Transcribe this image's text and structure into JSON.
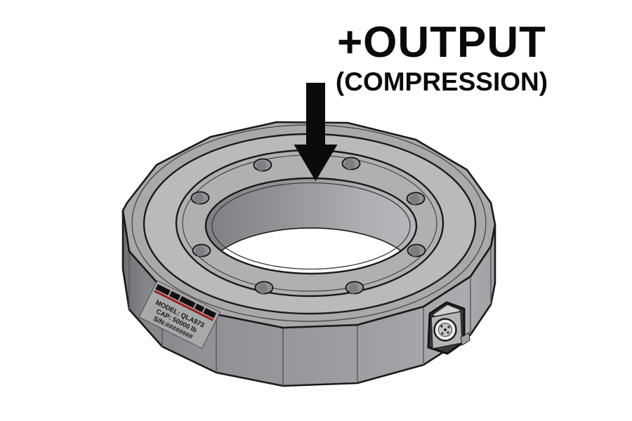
{
  "annotation": {
    "primary": "+OUTPUT",
    "secondary": "(COMPRESSION)"
  },
  "device_label": {
    "model": "MODEL: QLA973",
    "capacity": "CAP: 50000 lb",
    "serial": "S/N:########"
  },
  "colors": {
    "background": "#ffffff",
    "annotation_text": "#0a0a0a",
    "arrow": "#0b0b0b",
    "outline": "#191919",
    "top_rim": "#a8a9ab",
    "top_main_ring": "#b9babc",
    "top_bolt_ring": "#afb0b2",
    "side_wall": "#97989c",
    "bore_wall_dark": "#7f8083",
    "bore_wall_light": "#b6b7ba",
    "label_background": "#a8a9ab",
    "label_red": "#a11e1e",
    "connector_face": "#b4b5b7",
    "connector_top": "#cfd0d2"
  }
}
